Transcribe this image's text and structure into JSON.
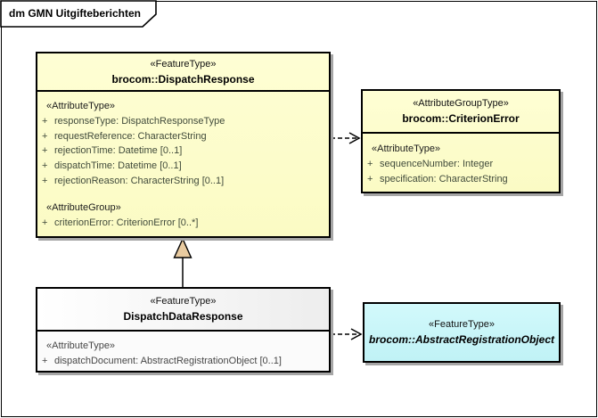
{
  "frame": {
    "title": "dm GMN Uitgifteberichten"
  },
  "colors": {
    "class_yellow": "#FCFCC9",
    "class_cyan": "#C9F5F8",
    "class_white": "#F6F6F6",
    "border": "#000000",
    "shadow": "#A6A6A6",
    "generalization_triangle_fill": "#E9CBA0",
    "attribute_text": "#414B3B"
  },
  "dispatchResponse": {
    "stereotype": "«FeatureType»",
    "name": "brocom::DispatchResponse",
    "attrHeading": "«AttributeType»",
    "attributes": [
      {
        "vis": "+",
        "text": "responseType: DispatchResponseType"
      },
      {
        "vis": "+",
        "text": "requestReference: CharacterString"
      },
      {
        "vis": "+",
        "text": "rejectionTime: Datetime [0..1]"
      },
      {
        "vis": "+",
        "text": "dispatchTime: Datetime [0..1]"
      },
      {
        "vis": "+",
        "text": "rejectionReason: CharacterString [0..1]"
      }
    ],
    "groupHeading": "«AttributeGroup»",
    "groupAttributes": [
      {
        "vis": "+",
        "text": "criterionError: CriterionError [0..*]"
      }
    ]
  },
  "criterionError": {
    "stereotype": "«AttributeGroupType»",
    "name": "brocom::CriterionError",
    "attrHeading": "«AttributeType»",
    "attributes": [
      {
        "vis": "+",
        "text": "sequenceNumber: Integer"
      },
      {
        "vis": "+",
        "text": "specification: CharacterString"
      }
    ]
  },
  "dispatchDataResponse": {
    "stereotype": "«FeatureType»",
    "name": "DispatchDataResponse",
    "attrHeading": "«AttributeType»",
    "attributes": [
      {
        "vis": "+",
        "text": "dispatchDocument: AbstractRegistrationObject [0..1]"
      }
    ]
  },
  "abstractRegistrationObject": {
    "stereotype": "«FeatureType»",
    "name": "brocom::AbstractRegistrationObject"
  }
}
